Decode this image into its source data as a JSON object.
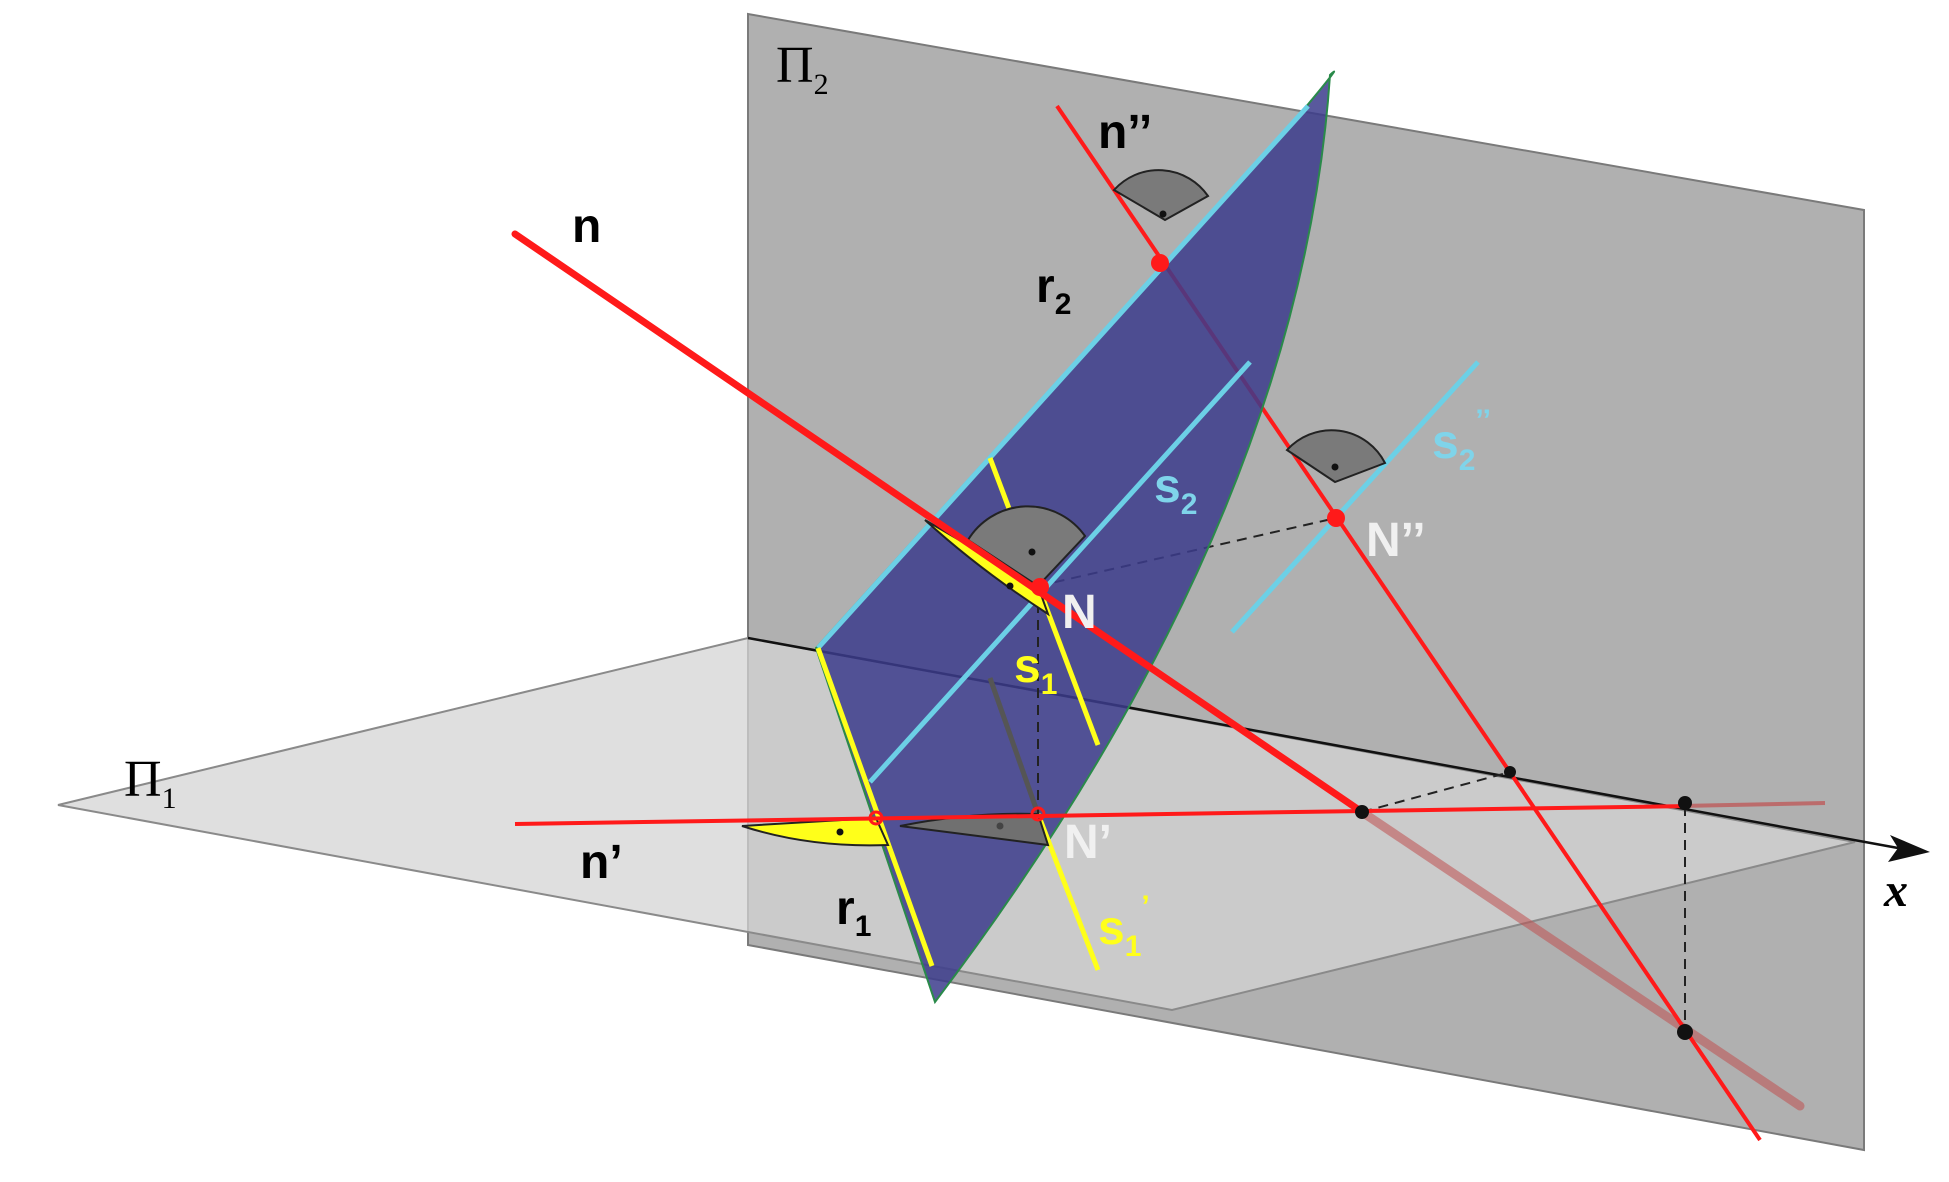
{
  "labels": {
    "pi1": "Π",
    "pi1_sub": "1",
    "pi2": "Π",
    "pi2_sub": "2",
    "n": "n",
    "n_prime": "n’",
    "n_double": "n’’",
    "r1": "r",
    "r1_sub": "1",
    "r2": "r",
    "r2_sub": "2",
    "s1": "s",
    "s1_sub": "1",
    "s1_prime": "s",
    "s1_prime_sub": "1",
    "s1_prime_mark": "’",
    "s2": "s",
    "s2_sub": "2",
    "s2_double": "s",
    "s2_double_sub": "2",
    "s2_double_mark": "’’",
    "N": "N",
    "N_prime": "N’",
    "N_double": "N’’",
    "x": "x"
  },
  "colors": {
    "plane_horizontal": "#d3d3d3",
    "plane_vertical": "#a9a9a9",
    "plane_sigma": "#3c3c8c",
    "line_red": "#ff1a1a",
    "line_yellow": "#ffff1a",
    "line_cyan": "#6cd0e6",
    "label_cyan": "#7fd4ea",
    "label_white": "#f0f0f0",
    "label_black": "#000000"
  }
}
